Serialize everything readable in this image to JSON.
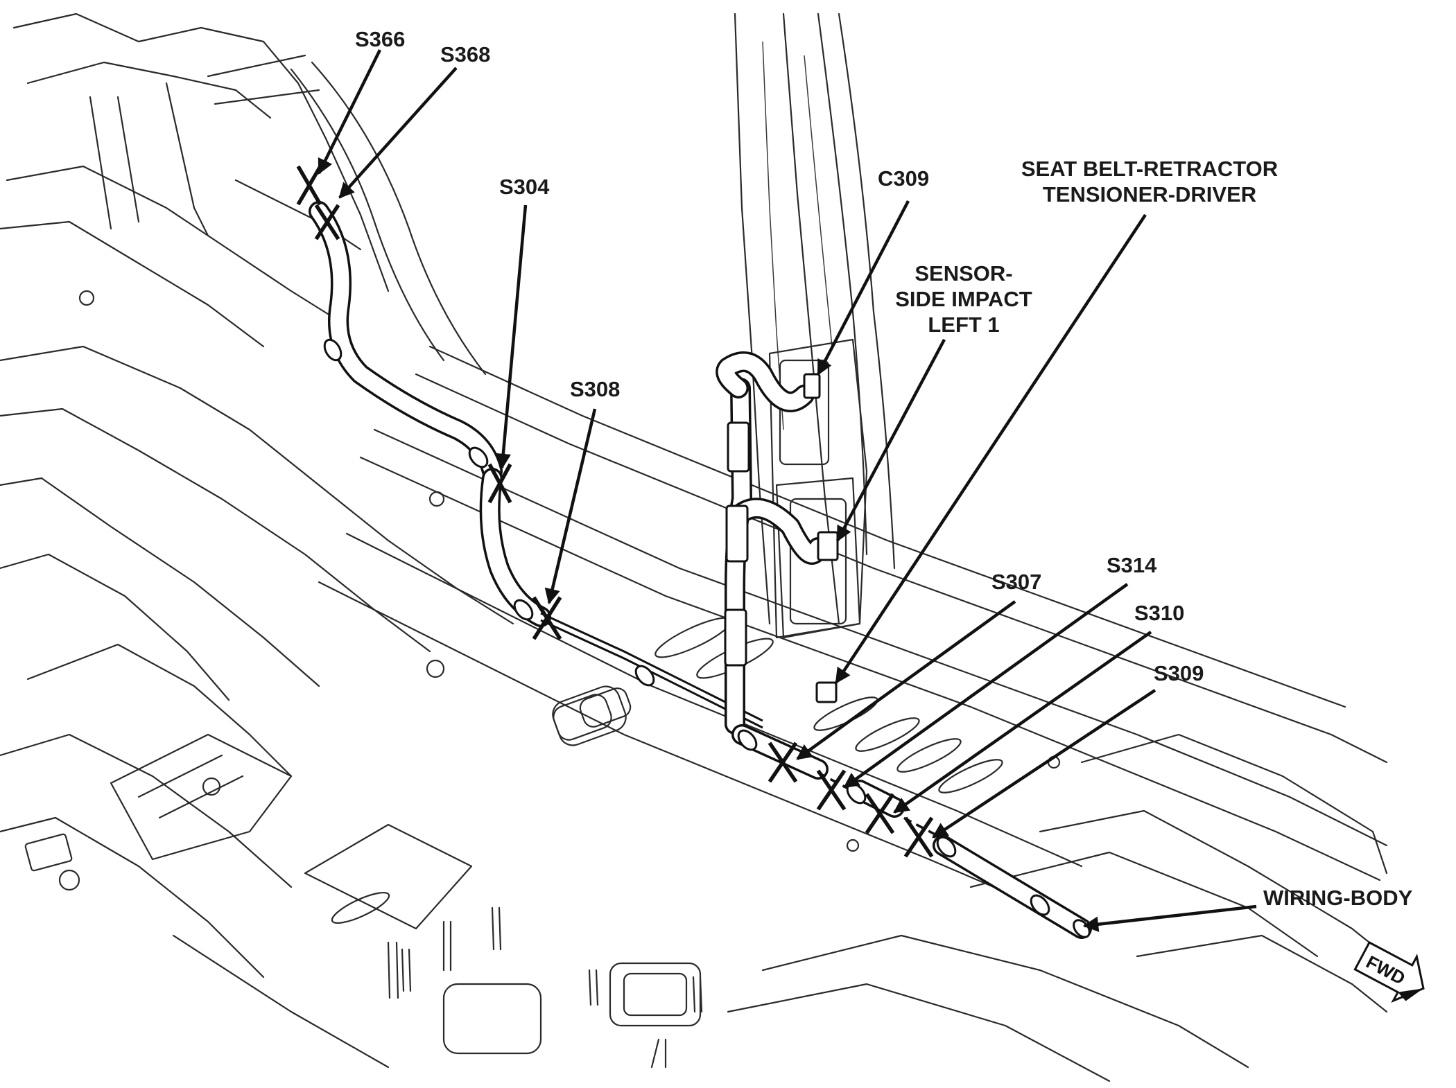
{
  "callouts": {
    "s366": "S366",
    "s368": "S368",
    "s304": "S304",
    "s308": "S308",
    "c309": "C309",
    "seat_belt_line1": "SEAT BELT-RETRACTOR",
    "seat_belt_line2": "TENSIONER-DRIVER",
    "sensor_line1": "SENSOR-",
    "sensor_line2": "SIDE IMPACT",
    "sensor_line3": "LEFT 1",
    "s307": "S307",
    "s314": "S314",
    "s310": "S310",
    "s309": "S309",
    "wiring_body": "WIRING-BODY"
  },
  "direction_indicator": {
    "label": "FWD",
    "icon": "forward-arrow-icon"
  },
  "colors": {
    "ink": "#111111",
    "paper": "#ffffff"
  }
}
